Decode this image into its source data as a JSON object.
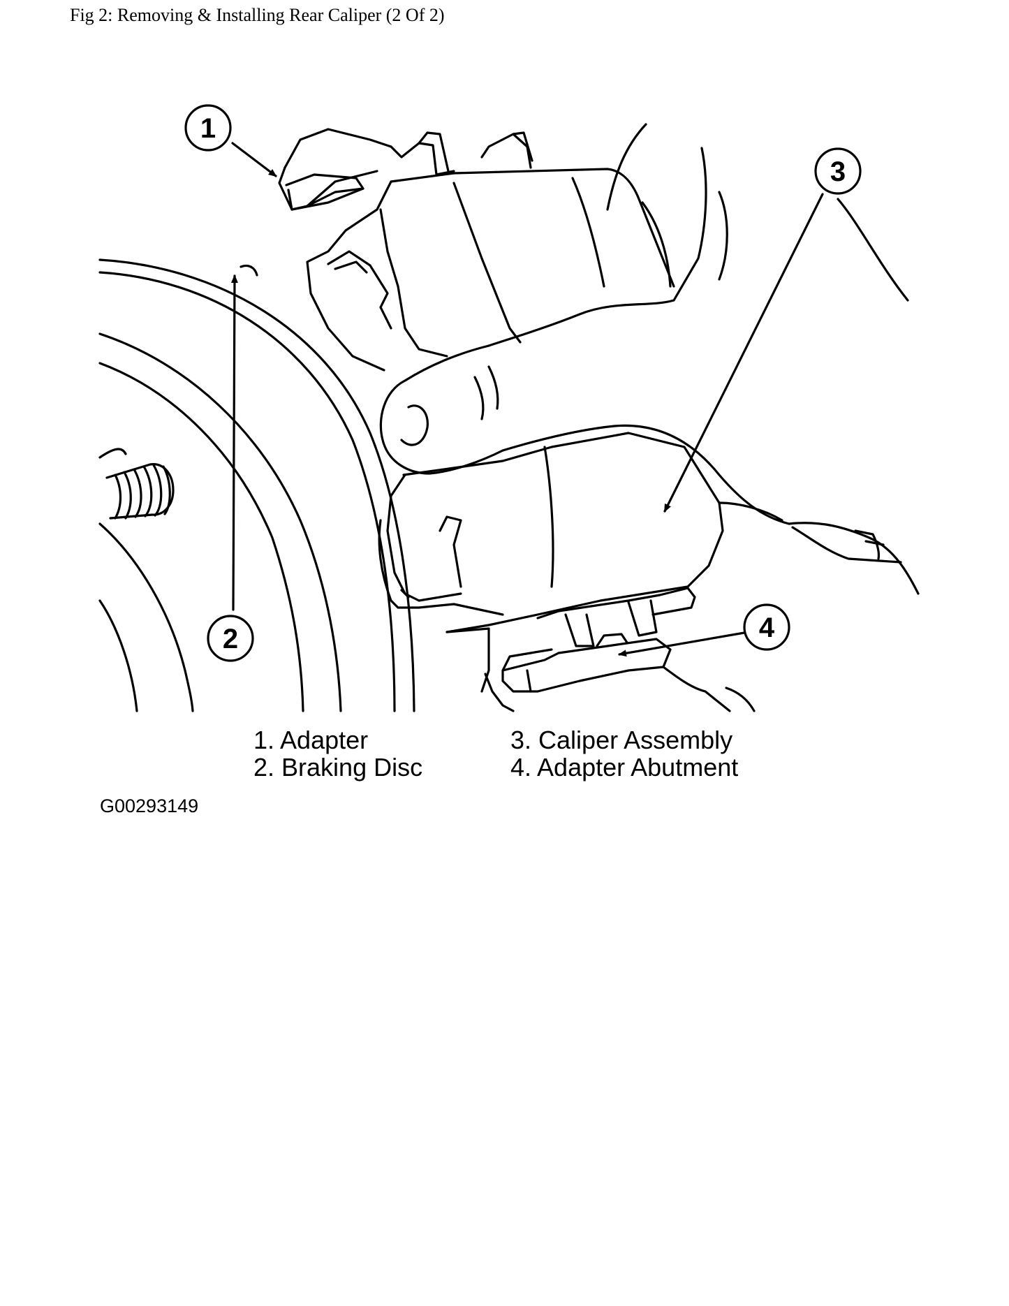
{
  "figure": {
    "title": "Fig 2: Removing & Installing Rear Caliper (2 Of 2)",
    "figure_id": "G00293149"
  },
  "callouts": [
    "1",
    "2",
    "3",
    "4"
  ],
  "legend": {
    "left": [
      {
        "label": "1. Adapter"
      },
      {
        "label": "2. Braking Disc"
      }
    ],
    "right": [
      {
        "label": "3. Caliper Assembly"
      },
      {
        "label": "4. Adapter Abutment"
      }
    ]
  },
  "colors": {
    "line": "#000000",
    "background": "#ffffff"
  }
}
